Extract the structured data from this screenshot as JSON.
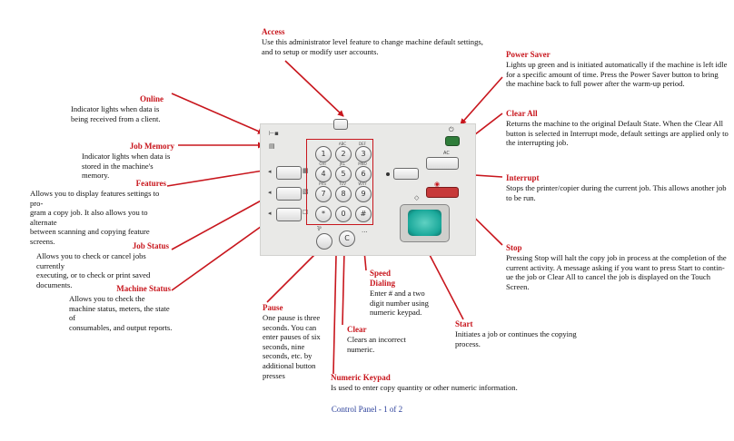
{
  "callouts": {
    "access": {
      "title": "Access",
      "lines": [
        "Use this administrator level feature to change machine default settings,",
        "and to setup or modify user accounts."
      ]
    },
    "power_saver": {
      "title": "Power Saver",
      "lines": [
        "Lights up green and is initiated automatically if the machine is left idle",
        "for a specific amount of time.  Press the Power Saver button to bring",
        "the machine back to full power after the warm-up period."
      ]
    },
    "online": {
      "title": "Online",
      "lines": [
        "Indicator lights when data is",
        "being received from a client."
      ]
    },
    "clear_all": {
      "title": "Clear All",
      "lines": [
        "Returns the machine to the original Default State.  When the Clear All",
        "button is selected in Interrupt mode, default settings are applied only to",
        "the interrupting job."
      ]
    },
    "job_memory": {
      "title": "Job Memory",
      "lines": [
        "Indicator lights when data is",
        "stored in the machine's memory."
      ]
    },
    "features": {
      "title": "Features",
      "lines": [
        "Allows you to display features settings to pro-",
        "gram a copy job.  It also allows you to alternate",
        "between scanning and copying feature screens."
      ]
    },
    "interrupt": {
      "title": "Interrupt",
      "lines": [
        "Stops the printer/copier during the current job.  This allows another job",
        "to be run."
      ]
    },
    "job_status": {
      "title": "Job Status",
      "lines": [
        "Allows you to check or cancel jobs currently",
        "executing, or to check or print saved documents."
      ]
    },
    "stop": {
      "title": "Stop",
      "lines": [
        "Pressing Stop will halt the copy job in process at the completion of the",
        "current activity.  A message asking if you want to press Start to contin-",
        "ue the job or Clear All to cancel the job is displayed on the Touch",
        "Screen."
      ]
    },
    "machine_status": {
      "title": "Machine Status",
      "lines": [
        "Allows you to check the",
        "machine status, meters, the state of",
        "consumables, and output reports."
      ]
    },
    "pause": {
      "title": "Pause",
      "lines": [
        "One pause is three",
        "seconds. You can",
        "enter pauses of six",
        "seconds, nine",
        "seconds, etc. by",
        "additional button",
        "presses"
      ]
    },
    "speed_dialing": {
      "title": "Speed Dialing",
      "title_lines": [
        "Speed",
        "Dialing"
      ],
      "lines": [
        "Enter # and a two",
        "digit number using",
        "numeric keypad."
      ]
    },
    "clear": {
      "title": "Clear",
      "lines": [
        "Clears an incorrect",
        "numeric."
      ]
    },
    "start": {
      "title": "Start",
      "lines": [
        "Initiates a job or continues the copying",
        "process."
      ]
    },
    "numeric_keypad": {
      "title": "Numeric Keypad",
      "lines": [
        "Is used to enter copy quantity or other numeric information."
      ]
    }
  },
  "keypad": {
    "keys": [
      "1",
      "2",
      "3",
      "4",
      "5",
      "6",
      "7",
      "8",
      "9",
      "*",
      "0",
      "#"
    ],
    "letters": [
      "",
      "ABC",
      "DEF",
      "GHI",
      "JKL",
      "MNO",
      "PRS",
      "TUV",
      "WXY",
      "",
      "",
      ""
    ]
  },
  "panel": {
    "clear_all_label": "AC",
    "clear_key": "C",
    "speed_dial_key": "...",
    "icons": [
      "online-icon",
      "job-memory-icon",
      "features-icon",
      "job-status-icon",
      "machine-status-icon",
      "power-icon",
      "stop-icon"
    ],
    "colors": {
      "accent_red": "#c8161d",
      "start_teal": "#1aa89a",
      "power_green": "#2f7d3a",
      "keypad_frame": "#c8161d",
      "footer_blue": "#2a3f9a"
    }
  },
  "footer": "Control Panel - 1 of 2"
}
